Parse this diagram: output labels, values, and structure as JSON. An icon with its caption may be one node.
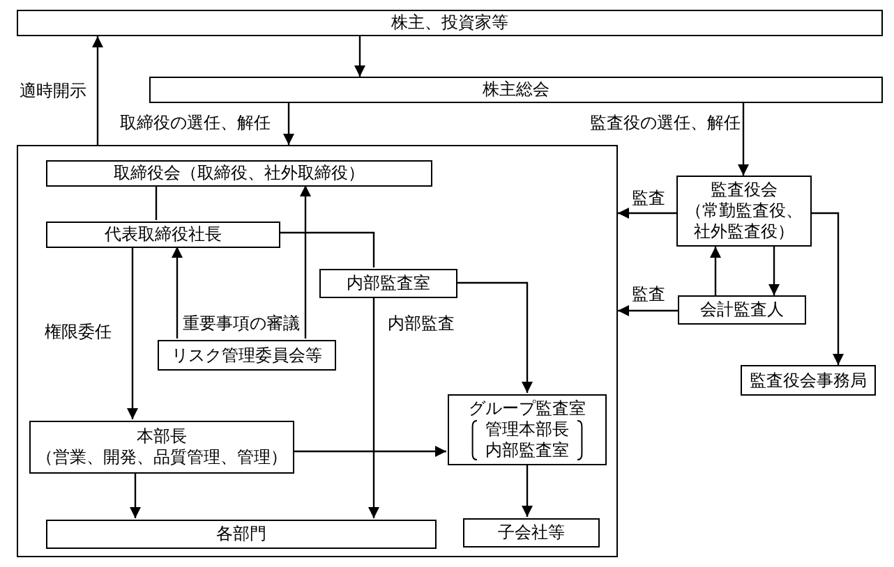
{
  "diagram": {
    "nodes": [
      {
        "text": [
          "株主、投資家等"
        ]
      },
      {
        "text": [
          "株主総会"
        ]
      },
      {
        "text": [],
        "shape": "box"
      },
      {
        "text": [
          "取締役会（取締役、社外取締役）"
        ],
        "in": 2
      },
      {
        "text": [
          "代表取締役社長"
        ],
        "in": 2
      },
      {
        "text": [
          "内部監査室"
        ],
        "in": 2
      },
      {
        "text": [
          "リスク管理委員会等"
        ],
        "in": 2
      },
      {
        "text": [
          "本部長",
          "（営業、開発、品質管理、管理）"
        ],
        "in": 2
      },
      {
        "text": [
          "グループ監査室",
          "管理本部長内部監査室"
        ],
        "in": 2
      },
      {
        "text": [
          "各部門"
        ],
        "in": 2
      },
      {
        "text": [
          "子会社等"
        ],
        "in": 2
      },
      {
        "text": [
          "監査役会",
          "（常勤監査役、社外監査役）"
        ]
      },
      {
        "text": [
          "会計監査人"
        ]
      },
      {
        "text": [
          "監査役会事務局"
        ]
      }
    ],
    "edges": [
      {
        "from": 0,
        "to": 1,
        "arrow": "to"
      },
      {
        "from": 2,
        "to": 0,
        "arrow": "to",
        "label": "適時開示"
      },
      {
        "from": 1,
        "to": 2,
        "arrow": "to",
        "label": "取締役の選任、解任"
      },
      {
        "from": 1,
        "to": 11,
        "arrow": "to",
        "label": "監査役の選任、解任"
      },
      {
        "from": 3,
        "to": 4,
        "arrow": "none"
      },
      {
        "from": 6,
        "to": 4,
        "arrow": "to"
      },
      {
        "from": 6,
        "to": 3,
        "arrow": "to",
        "label": "重要事項の審議"
      },
      {
        "from": 4,
        "to": 5,
        "arrow": "none"
      },
      {
        "from": 4,
        "to": 7,
        "arrow": "to",
        "label": "権限委任"
      },
      {
        "from": 5,
        "to": 8,
        "arrow": "to"
      },
      {
        "from": 5,
        "to": 9,
        "arrow": "to",
        "label": "内部監査"
      },
      {
        "from": 7,
        "to": 8,
        "arrow": "to"
      },
      {
        "from": 7,
        "to": 9,
        "arrow": "to"
      },
      {
        "from": 8,
        "to": 10,
        "arrow": "to"
      },
      {
        "from": 11,
        "to": 2,
        "arrow": "to",
        "label": "監査"
      },
      {
        "from": 12,
        "to": 2,
        "arrow": "to",
        "label": "監査"
      },
      {
        "from": 12,
        "to": 11,
        "arrow": "to"
      },
      {
        "from": 11,
        "to": 12,
        "arrow": "to"
      },
      {
        "from": 11,
        "to": 13,
        "arrow": "to"
      }
    ]
  }
}
